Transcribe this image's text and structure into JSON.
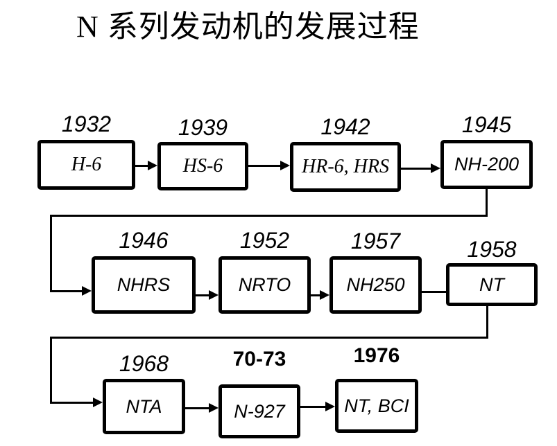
{
  "title": "N 系列发动机的发展过程",
  "colors": {
    "ink": "#000000",
    "background": "#ffffff"
  },
  "nodes": {
    "h6": {
      "year": "1932",
      "label": "H-6"
    },
    "hs6": {
      "year": "1939",
      "label": "HS-6"
    },
    "hr6": {
      "year": "1942",
      "label": "HR-6, HRS"
    },
    "nh200": {
      "year": "1945",
      "label": "NH-200"
    },
    "nhrs": {
      "year": "1946",
      "label": "NHRS"
    },
    "nrto": {
      "year": "1952",
      "label": "NRTO"
    },
    "nh250": {
      "year": "1957",
      "label": "NH250"
    },
    "nt": {
      "year": "1958",
      "label": "NT"
    },
    "nta": {
      "year": "1968",
      "label": "NTA"
    },
    "n927": {
      "year": "70-73",
      "label": "N-927"
    },
    "ntbci": {
      "year": "1976",
      "label": "NT, BCI"
    }
  }
}
